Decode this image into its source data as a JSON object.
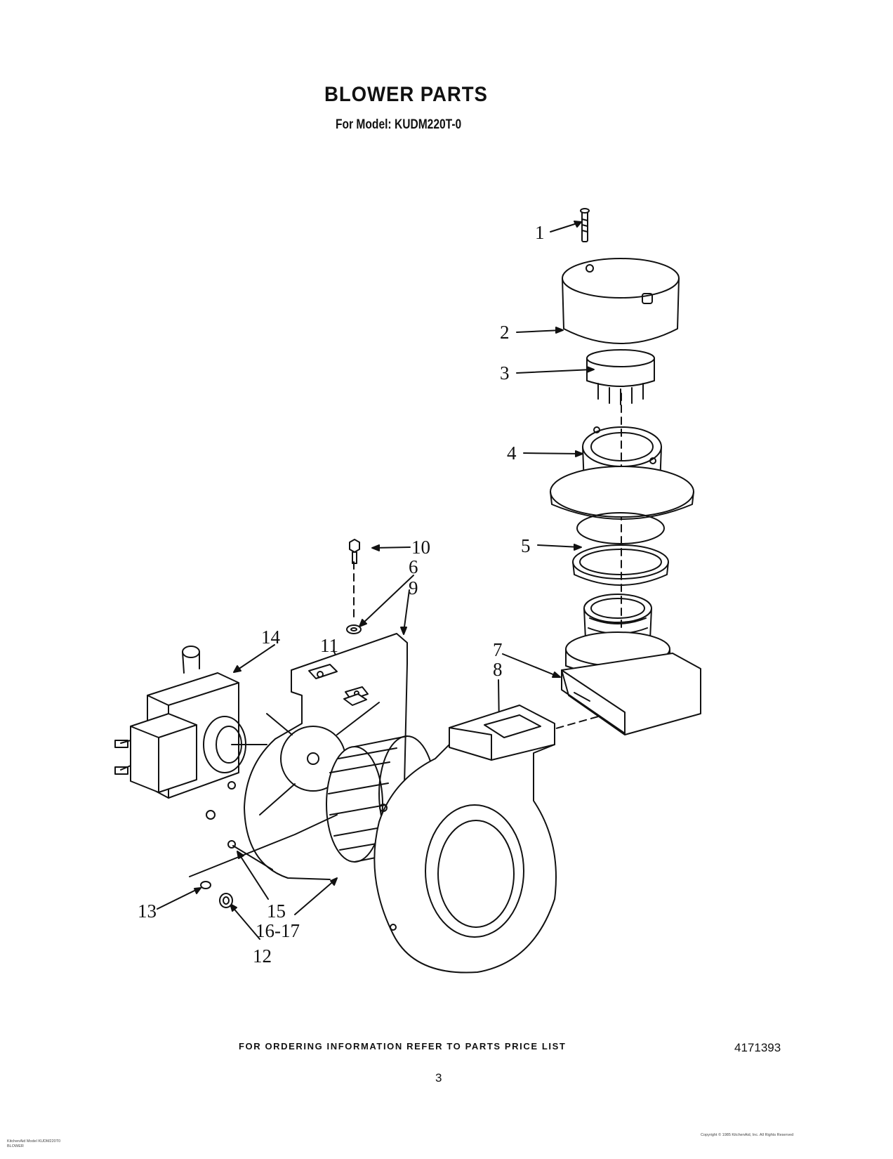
{
  "header": {
    "title": "BLOWER PARTS",
    "subtitle": "For Model: KUDM220T-0"
  },
  "callouts": [
    "1",
    "2",
    "3",
    "4",
    "5",
    "10",
    "6",
    "9",
    "14",
    "11",
    "7",
    "8",
    "13",
    "15",
    "16-17",
    "12"
  ],
  "footer": {
    "ordering_note": "FOR ORDERING INFORMATION REFER TO PARTS PRICE LIST",
    "page_number": "3",
    "document_number": "4171393",
    "fine_print_left": [
      "KitchenAid Model KUDM220T0",
      "BLOWER"
    ],
    "fine_print_right": [
      "Copyright © 1985 KitchenAid, Inc. All Rights Reserved"
    ]
  }
}
